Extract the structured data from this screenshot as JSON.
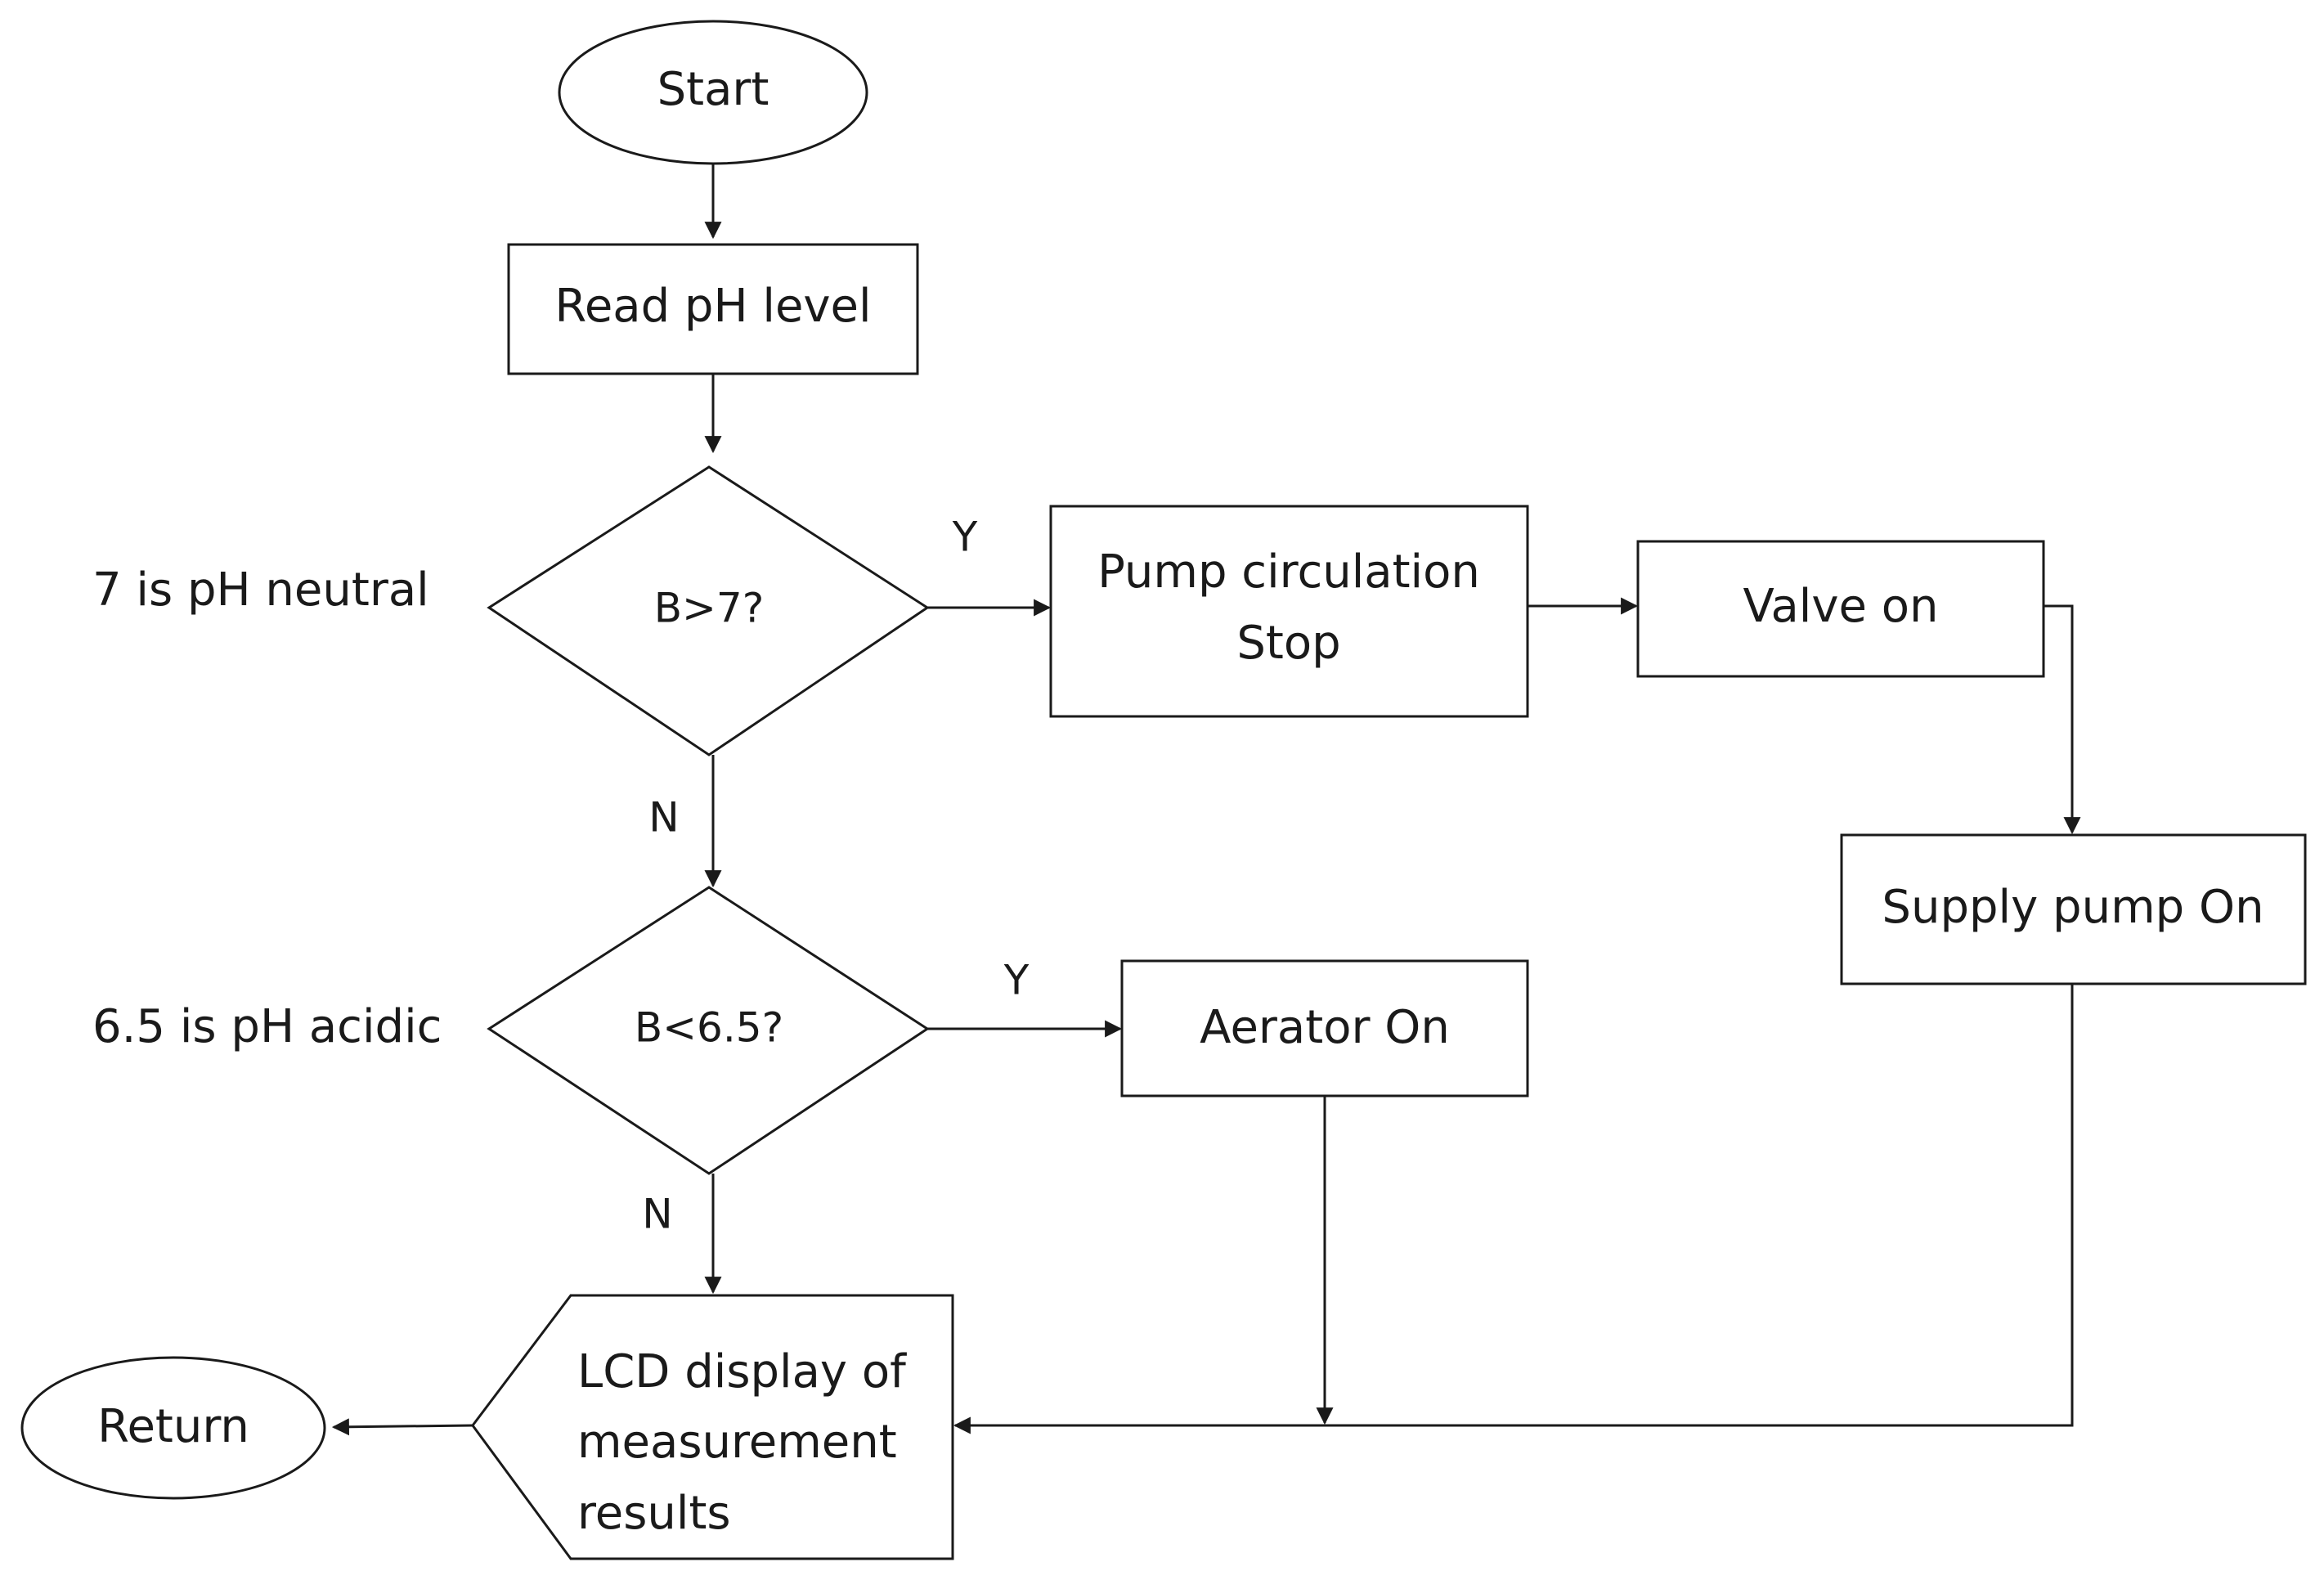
{
  "nodes": {
    "start": "Start",
    "read_ph": "Read pH level",
    "decision1": "B>7?",
    "pump_stop_line1": "Pump circulation",
    "pump_stop_line2": "Stop",
    "valve_on": "Valve on",
    "supply_pump": "Supply pump On",
    "decision2": "B<6.5?",
    "aerator_on": "Aerator On",
    "lcd_line1": "LCD display of",
    "lcd_line2": "measurement",
    "lcd_line3": "results",
    "return": "Return"
  },
  "annotations": {
    "neutral": "7 is pH neutral",
    "acidic": "6.5 is pH acidic"
  },
  "edge_labels": {
    "d1_yes": "Y",
    "d1_no": "N",
    "d2_yes": "Y",
    "d2_no": "N"
  },
  "colors": {
    "stroke": "#1a1a1a",
    "fill": "#ffffff"
  }
}
